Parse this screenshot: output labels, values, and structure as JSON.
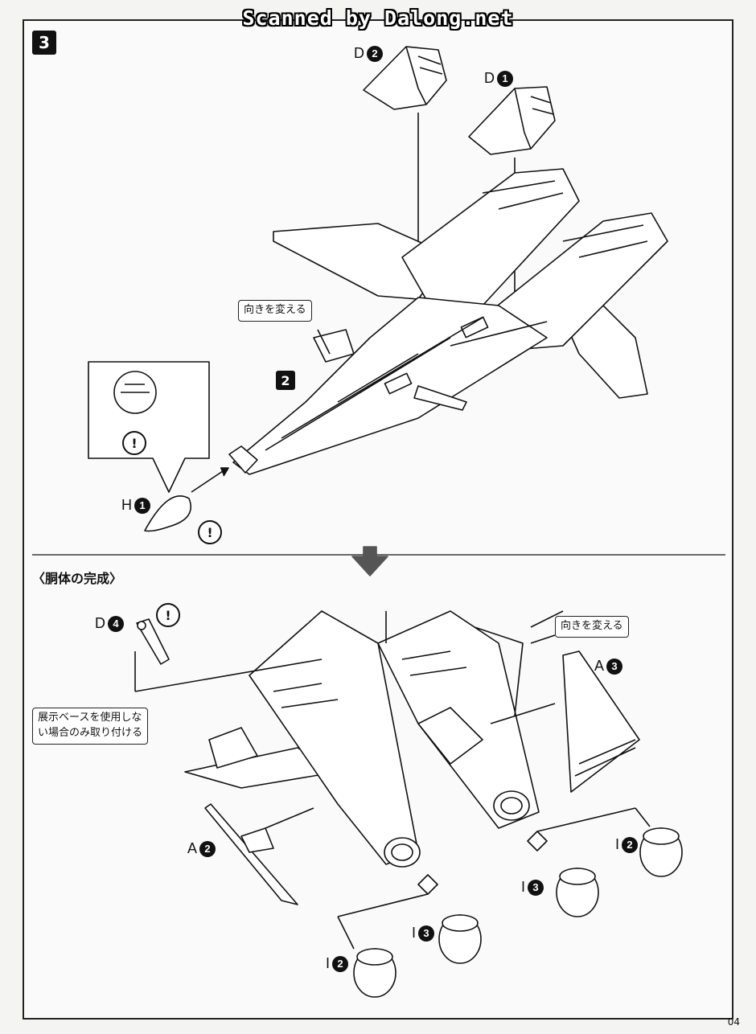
{
  "watermark": "Scanned by Dalong.net",
  "step_number": "3",
  "sub_step_number": "2",
  "section_title": "〈胴体の完成〉",
  "page_number": "04",
  "callouts": {
    "turn_around_1": "向きを変える",
    "turn_around_2": "向きを変える",
    "base_note_line1": "展示ベースを使用しな",
    "base_note_line2": "い場合のみ取り付ける"
  },
  "part_labels": {
    "d2": {
      "letter": "D",
      "num": "2"
    },
    "d1": {
      "letter": "D",
      "num": "1"
    },
    "h1": {
      "letter": "H",
      "num": "1"
    },
    "d4": {
      "letter": "D",
      "num": "4"
    },
    "a3": {
      "letter": "A",
      "num": "3"
    },
    "a2": {
      "letter": "A",
      "num": "2"
    },
    "i2_right": {
      "letter": "I",
      "num": "2"
    },
    "i3_right": {
      "letter": "I",
      "num": "3"
    },
    "i3_left": {
      "letter": "I",
      "num": "3"
    },
    "i2_left": {
      "letter": "I",
      "num": "2"
    }
  },
  "warning_symbol": "!"
}
